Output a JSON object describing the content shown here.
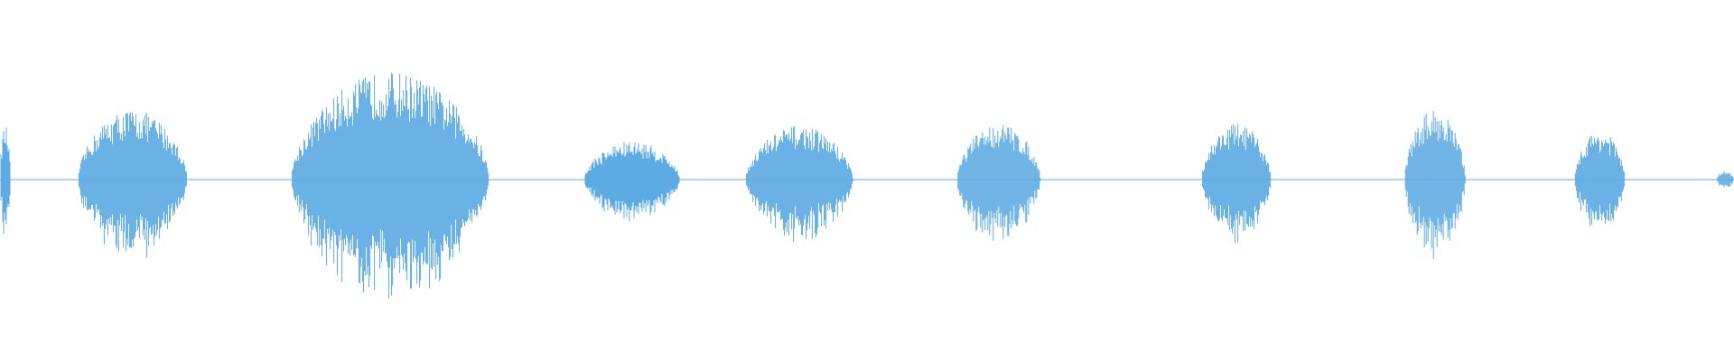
{
  "waveform": {
    "color": "#5DABE3",
    "background": "#FFFFFF",
    "amplitude_scale": [
      -1,
      1
    ],
    "time_span": [
      0,
      1
    ],
    "segments": [
      {
        "start": 0.0,
        "end": 0.006,
        "peak": 0.46
      },
      {
        "start": 0.045,
        "end": 0.108,
        "peak": 0.6
      },
      {
        "start": 0.168,
        "end": 0.282,
        "peak": 0.92
      },
      {
        "start": 0.337,
        "end": 0.392,
        "peak": 0.33
      },
      {
        "start": 0.43,
        "end": 0.492,
        "peak": 0.46
      },
      {
        "start": 0.552,
        "end": 0.6,
        "peak": 0.48
      },
      {
        "start": 0.693,
        "end": 0.733,
        "peak": 0.48
      },
      {
        "start": 0.81,
        "end": 0.845,
        "peak": 0.6
      },
      {
        "start": 0.908,
        "end": 0.937,
        "peak": 0.42
      },
      {
        "start": 0.99,
        "end": 1.0,
        "peak": 0.07
      }
    ]
  }
}
